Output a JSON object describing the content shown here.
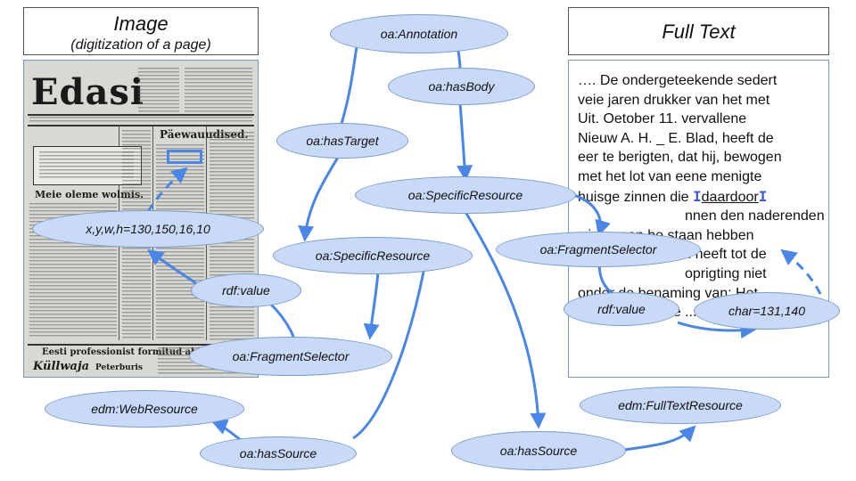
{
  "headers": {
    "image_title": "Image",
    "image_subtitle": "(digitization of a page)",
    "fulltext_title": "Full Text"
  },
  "scan": {
    "masthead": "Edasi",
    "headline": "Päewauudised.",
    "subhead": "Meie oleme wolmis.",
    "footer_line": "Eesti professionist formitud abi.",
    "footer_brand": "Küllwaja",
    "footer_city": "Peterburis"
  },
  "fulltext": {
    "lines": [
      "…. De ondergeteekende sedert",
      "veie jaren drukker van het met",
      "Uit. Oetober 11. vervallene",
      "Nieuw A. H. _ E. Blad, heeft de",
      "eer te berigten, dat hij, bewogen",
      "met het lot van eene menigte",
      "huisge zinnen die",
      "nnen den naderenden",
      "winter nan be staan hebben",
      "verloren, besloten heeft tot de",
      "oprigting niet",
      "onder de benaming van: Het",
      "Amsterdamsche ..."
    ],
    "marker_start": "I",
    "marked_word": "daardoor",
    "marker_end": "I"
  },
  "nodes": {
    "annotation": "oa:Annotation",
    "has_body": "oa:hasBody",
    "has_target": "oa:hasTarget",
    "specific_resource_body": "oa:SpecificResource",
    "specific_resource_target": "oa:SpecificResource",
    "fragment_selector_text": "oa:FragmentSelector",
    "fragment_selector_image": "oa:FragmentSelector",
    "xywh": "x,y,w,h=130,150,16,10",
    "rdf_value_image": "rdf:value",
    "rdf_value_text": "rdf:value",
    "char_range": "char=131,140",
    "web_resource": "edm:WebResource",
    "fulltext_resource": "edm:FullTextResource",
    "has_source_image": "oa:hasSource",
    "has_source_text": "oa:hasSource"
  },
  "colors": {
    "node_fill": "#c9daf8",
    "edge": "#4a86e8",
    "highlight": "#4a86e8",
    "marker": "#3b5bdb"
  }
}
